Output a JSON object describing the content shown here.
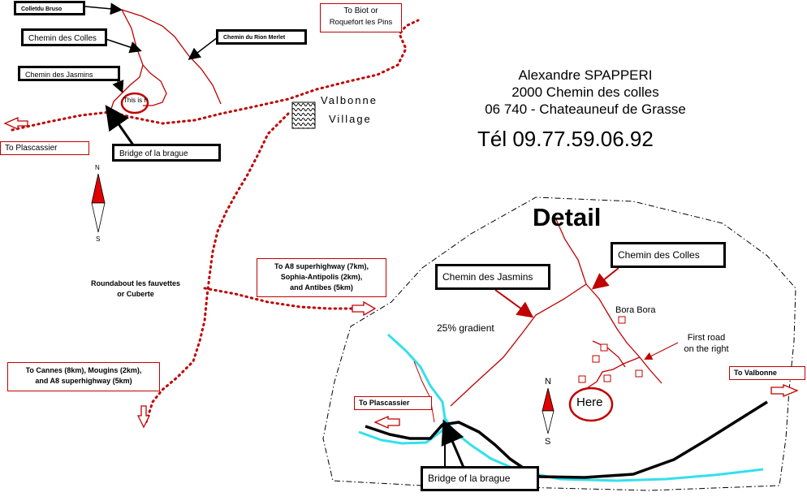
{
  "overview": {
    "col_de_bruso": "Colletdu Bruso",
    "chemin_des_colles": "Chemin des Colles",
    "chemin_rion_merlet": "Chemin du Rion Merlet",
    "chemin_des_jasmins": "Chemin des Jasmins",
    "this_is_here": "This is Here",
    "to_plascassier": "To  Plascassier",
    "bridge": "Bridge of  la brague",
    "valbonne_line1": "Valbonne",
    "valbonne_line2": "Village",
    "to_biot_line1": "To Biot or",
    "to_biot_line2": "Roquefort les Pins",
    "compass_n": "N",
    "compass_s": "S",
    "roundabout_line1": "Roundabout les fauvettes",
    "roundabout_line2": "or Cuberte",
    "to_a8_line1": "To A8 superhighway (7km),",
    "to_a8_line2": "Sophia-Antipolis (2km),",
    "to_a8_line3": "and Antibes (5km)",
    "to_cannes_line1": "To Cannes (8km), Mougins (2km),",
    "to_cannes_line2": "and A8 superhighway (5km)"
  },
  "address": {
    "name": "Alexandre SPAPPERI",
    "street": "2000 Chemin des colles",
    "city": "06 740 - Chateauneuf de Grasse",
    "phone": "Tél 09.77.59.06.92"
  },
  "detail": {
    "title": "Detail",
    "chemin_des_colles": "Chemin des Colles",
    "chemin_des_jasmins": "Chemin des Jasmins",
    "bora_bora": "Bora Bora",
    "gradient": "25% gradient",
    "first_road_line1": "First road",
    "first_road_line2": "on the right",
    "to_valbonne": "To  Valbonne",
    "to_plascassier": "To  Plascassier",
    "here": "Here",
    "compass_n": "N",
    "compass_s": "S",
    "bridge": "Bridge of la brague"
  },
  "colors": {
    "road_red": "#c00000",
    "river": "#33e0ec",
    "main_road": "#000000",
    "compass_red": "#e00000"
  }
}
